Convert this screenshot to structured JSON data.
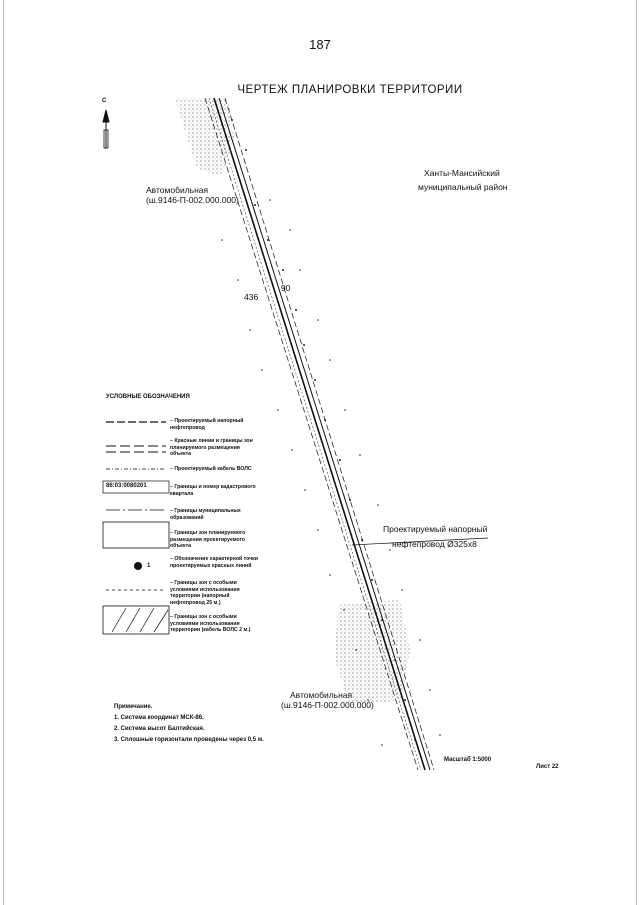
{
  "page": {
    "number": "187",
    "title": "ЧЕРТЕЖ ПЛАНИРОВКИ ТЕРРИТОРИИ",
    "sheet": "Лист 22",
    "scale": "Масштаб 1:5000"
  },
  "map": {
    "north_arrow_label": "С",
    "region_label_1": "Ханты-Мансийский",
    "region_label_2": "муниципальный район",
    "road_top_1": "Автомобильная",
    "road_top_2": "(ш.9146-П-002.000.000)",
    "road_bottom_1": "Автомобильная",
    "road_bottom_2": "(ш.9146-П-002.000.000)",
    "marker_436": "436",
    "marker_90": "90",
    "pipeline_label_1": "Проектируемый напорный",
    "pipeline_label_2": "нефтепровод Ø325х8"
  },
  "legend": {
    "title": "УСЛОВНЫЕ ОБОЗНАЧЕНИЯ",
    "items": [
      {
        "text": "– Проектируемый напорный нефтепровод"
      },
      {
        "text": "– Красные линии и границы зон планируемого размещения объекта"
      },
      {
        "text": "– Проектируемый кабель ВОЛС"
      },
      {
        "code": "86:03:0080201",
        "text": "– Границы и номер кадастрового квартала"
      },
      {
        "text": "– Границы муниципальных образований"
      },
      {
        "text": "– Границы зон планируемого размещения проектируемого объекта"
      },
      {
        "point": "1",
        "text": "– Обозначение характерной точки проектируемых красных линий"
      },
      {
        "text": "– Границы зон с особыми условиями использования территории (напорный нефтепровод 25 м.)"
      },
      {
        "text": "– Границы зон с особыми условиями использования территории (кабель ВОЛС 2 м.)"
      }
    ]
  },
  "notes": {
    "title": "Примечание.",
    "items": [
      "1. Система координат МСК-86.",
      "2. Система высот Балтийская.",
      "3. Сплошные горизонтали проведены через 0,5 м."
    ]
  },
  "colors": {
    "ink": "#111111",
    "hatch": "#777777",
    "frame": "#bbbbbb"
  }
}
